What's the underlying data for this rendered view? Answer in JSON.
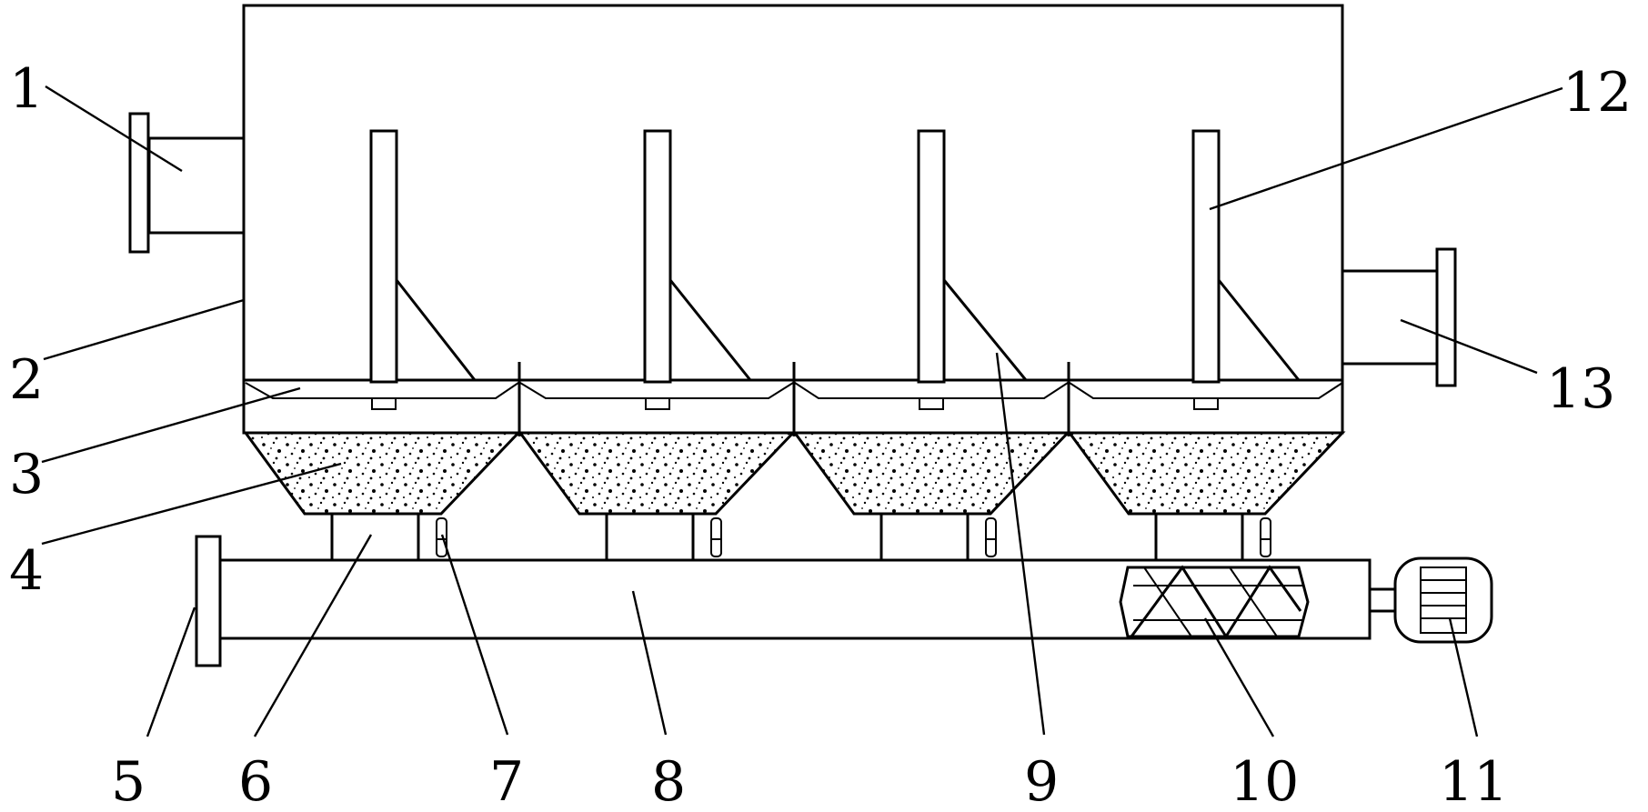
{
  "diagram": {
    "labels": [
      "1",
      "2",
      "3",
      "4",
      "5",
      "6",
      "7",
      "8",
      "9",
      "10",
      "11",
      "12",
      "13"
    ],
    "colors": {
      "line": "#000000",
      "background": "#ffffff"
    }
  }
}
